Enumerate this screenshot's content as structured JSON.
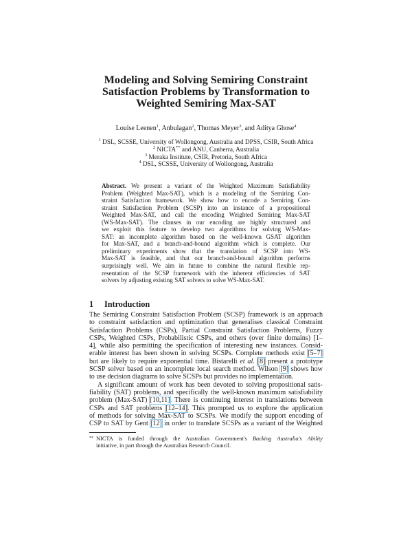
{
  "title_lines": [
    "Modeling and Solving Semiring Constraint",
    "Satisfaction Problems by Transformation to",
    "Weighted Semiring Max-SAT"
  ],
  "authors": [
    {
      "name": "Louise Leenen",
      "sup": "1",
      "sep": ", "
    },
    {
      "name": "Anbulagan",
      "sup": "2",
      "sep": ", "
    },
    {
      "name": "Thomas Meyer",
      "sup": "3",
      "sep": ", and "
    },
    {
      "name": "Aditya Ghose",
      "sup": "4",
      "sep": ""
    }
  ],
  "affiliations": [
    {
      "sup": "1",
      "text": "DSL, SCSSE, University of Wollongong, Australia and DPSS, CSIR, South Africa"
    },
    {
      "sup": "2",
      "text": "NICTA** and ANU, Canberra, Australia"
    },
    {
      "sup": "3",
      "text": "Meraka Institute, CSIR, Pretoria, South Africa"
    },
    {
      "sup": "4",
      "text": "DSL, SCSSE, University of Wollongong, Australia"
    }
  ],
  "abstract": {
    "label": "Abstract.",
    "lines": [
      "We present a variant of the Weighted Maximum Satisfiability",
      "Problem (Weighted Max-SAT), which is a modeling of the Semiring Con-",
      "straint Satisfaction framework. We show how to encode a Semiring Con-",
      "straint Satisfaction Problem (SCSP) into an instance of a propositional",
      "Weighted Max-SAT, and call the encoding Weighted Semiring Max-SAT",
      "(WS-Max-SAT). The clauses in our encoding are highly structured and",
      "we exploit this feature to develop two algorithms for solving WS-Max-",
      "SAT: an incomplete algorithm based on the well-known GSAT algorithm",
      "for Max-SAT, and a branch-and-bound algorithm which is complete. Our",
      "preliminary experiments show that the translation of SCSP into WS-",
      "Max-SAT is feasible, and that our branch-and-bound algorithm performs",
      "surprisingly well. We aim in future to combine the natural flexible rep-",
      "resentation of the SCSP framework with the inherent efficiencies of SAT",
      "solvers by adjusting existing SAT solvers to solve WS-Max-SAT."
    ]
  },
  "section": {
    "number": "1",
    "title": "Introduction"
  },
  "body_lines": [
    [
      {
        "t": "The Semiring Constraint Satisfaction Problem (SCSP) framework is an approach"
      }
    ],
    [
      {
        "t": "to constraint satisfaction and optimization that generalises classical Constraint"
      }
    ],
    [
      {
        "t": "Satisfaction Problems (CSPs), Partial Constraint Satisfaction Problems, Fuzzy"
      }
    ],
    [
      {
        "t": "CSPs, Weighted CSPs, Probabilistic CSPs, and others (over finite domains) [1–"
      }
    ],
    [
      {
        "t": "4], while also permitting the specification of interesting new instances. Consid-"
      }
    ],
    [
      {
        "t": "erable interest has been shown in solving SCSPs. Complete methods exist "
      },
      {
        "t": "[5–7]",
        "cite": true
      }
    ],
    [
      {
        "t": "but are likely to require exponential time. Bistarelli "
      },
      {
        "t": "et al.",
        "em": true
      },
      {
        "t": " "
      },
      {
        "t": "[8]",
        "cite": true
      },
      {
        "t": " present a prototype"
      }
    ],
    [
      {
        "t": "SCSP solver based on an incomplete local search method. Wilson "
      },
      {
        "t": "[9]",
        "cite": true
      },
      {
        "t": " shows how"
      }
    ],
    [
      {
        "t": "to use decision diagrams to solve SCSPs but provides no implementation."
      }
    ],
    [
      {
        "t": "A significant amount of work has been devoted to solving propositional satis-"
      }
    ],
    [
      {
        "t": "fiability (SAT) problems, and specifically the well-known maximum satisfiability"
      }
    ],
    [
      {
        "t": "problem (Max-SAT) "
      },
      {
        "t": "[10,11]",
        "cite": true
      },
      {
        "t": ". There is continuing interest in translations between"
      }
    ],
    [
      {
        "t": "CSPs and SAT problems "
      },
      {
        "t": "[12–14]",
        "cite": true
      },
      {
        "t": ". This prompted us to explore the application"
      }
    ],
    [
      {
        "t": "of methods for solving Max-SAT to SCSPs. We modify the support encoding of"
      }
    ],
    [
      {
        "t": "CSP to SAT by Gent "
      },
      {
        "t": "[12]",
        "cite": true
      },
      {
        "t": " in order to translate SCSPs as a variant of the Weighted"
      }
    ]
  ],
  "footnote": {
    "mark": "**",
    "text_before": "NICTA is funded through the Australian Government's ",
    "text_em": "Backing Australia's Ability",
    "text_after": "initiative, in part through the Australian Research Council."
  },
  "colors": {
    "citation_box": "#8cc8f0"
  }
}
